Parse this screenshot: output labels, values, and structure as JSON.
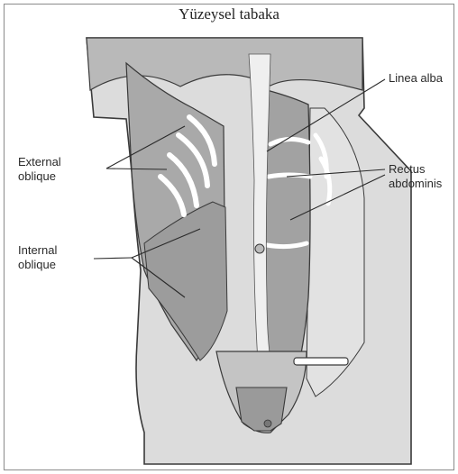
{
  "title": "Yüzeysel tabaka",
  "labels": {
    "external_oblique": [
      "External",
      "oblique"
    ],
    "internal_oblique": [
      "Internal",
      "oblique"
    ],
    "linea_alba": "Linea alba",
    "rectus_abdominis": [
      "Rectus",
      "abdominis"
    ]
  },
  "colors": {
    "frame": "#8a8a8a",
    "skin": "#dcdcdc",
    "muscle": "#a9a9a9",
    "muscle_dark": "#8f8f8f",
    "fascia": "#e8e8e8",
    "outline": "#3a3a3a",
    "rib": "#ffffff"
  }
}
